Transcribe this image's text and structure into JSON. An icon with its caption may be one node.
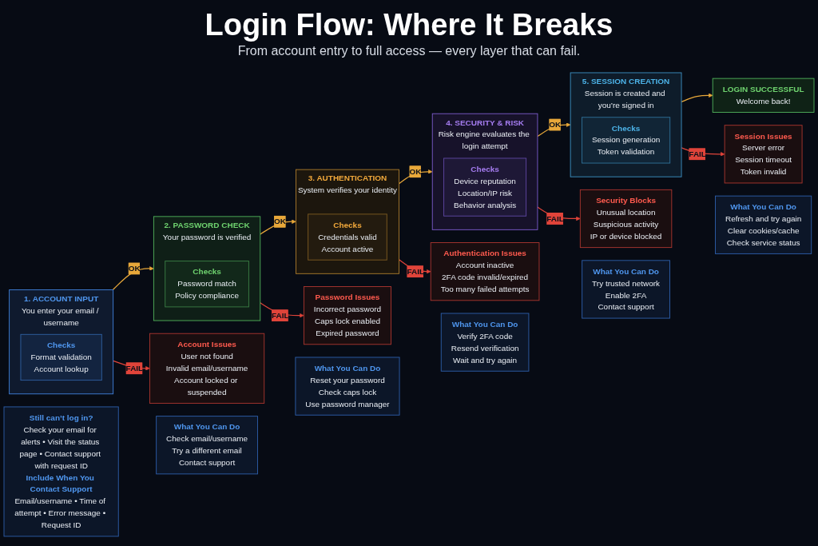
{
  "diagram": {
    "title": "Login Flow: Where It Breaks",
    "nodes": [
      {
        "text": [
          "1. ACCOUNT INPUT",
          "You enter your email / username"
        ]
      },
      {
        "text": [
          "Checks",
          "Format validation",
          "Account lookup"
        ],
        "in": 0
      },
      {
        "text": [
          "2. PASSWORD CHECK",
          "Your password is verified"
        ]
      },
      {
        "text": [
          "Checks",
          "Password match",
          "Policy compliance"
        ],
        "in": 2
      },
      {
        "text": [
          "3. AUTHENTICATION",
          "System verifies your identity"
        ]
      },
      {
        "text": [
          "Checks",
          "Credentials valid",
          "Account active"
        ],
        "in": 4
      },
      {
        "text": [
          "4. SECURITY & RISK",
          "Risk engine evaluates the login attempt"
        ]
      },
      {
        "text": [
          "Checks",
          "Device reputation",
          "Location/IP risk",
          "Behavior analysis"
        ],
        "in": 6
      },
      {
        "text": [
          "5. SESSION CREATION",
          "Session is created and you’re signed in"
        ]
      },
      {
        "text": [
          "Checks",
          "Session generation",
          "Token validation"
        ],
        "in": 8
      },
      {
        "text": [
          "LOGIN SUCCESSFUL",
          "Welcome back!"
        ]
      },
      {
        "text": [
          "Account Issues",
          "User not found",
          "Invalid email/username",
          "Account locked or suspended"
        ]
      },
      {
        "text": [
          "Password Issues",
          "Incorrect password",
          "Caps lock enabled",
          "Expired password"
        ]
      },
      {
        "text": [
          "Authentication Issues",
          "Account inactive",
          "2FA code invalid/expired",
          "Too many failed attempts"
        ]
      },
      {
        "text": [
          "Security Blocks",
          "Unusual location",
          "Suspicious activity",
          "IP or device blocked"
        ]
      },
      {
        "text": [
          "Session Issues",
          "Server error",
          "Session timeout",
          "Token invalid"
        ]
      },
      {
        "text": [
          "What You Can Do",
          "Check email/username",
          "Try a different email",
          "Contact support"
        ]
      },
      {
        "text": [
          "What You Can Do",
          "Reset your password",
          "Check caps lock",
          "Use password manager"
        ]
      },
      {
        "text": [
          "What You Can Do",
          "Verify 2FA code",
          "Resend verification",
          "Wait and try again"
        ]
      },
      {
        "text": [
          "What You Can Do",
          "Try trusted network",
          "Enable 2FA",
          "Contact support"
        ]
      },
      {
        "text": [
          "What You Can Do",
          "Refresh and try again",
          "Clear cookies/cache",
          "Check service status"
        ]
      },
      {
        "text": [
          "Still can’t log in?",
          "Check your email for alerts • Visit the status page • Contact support with request ID",
          "Include When You Contact Support",
          "Email/username • Time of attempt • Error message • Request ID"
        ]
      }
    ],
    "edges": [
      {
        "from": 0,
        "to": 2,
        "arrow": "to",
        "label": "OK",
        "color": "#e8a83a"
      },
      {
        "from": 2,
        "to": 4,
        "arrow": "to",
        "label": "OK",
        "color": "#e8a83a"
      },
      {
        "from": 4,
        "to": 6,
        "arrow": "to",
        "label": "OK",
        "color": "#e8a83a"
      },
      {
        "from": 6,
        "to": 8,
        "arrow": "to",
        "label": "OK",
        "color": "#e8a83a"
      },
      {
        "from": 8,
        "to": 10,
        "arrow": "to",
        "color": "#e8a83a"
      },
      {
        "from": 0,
        "to": 11,
        "arrow": "to",
        "label": "FAIL",
        "color": "#e0443a"
      },
      {
        "from": 2,
        "to": 12,
        "arrow": "to",
        "label": "FAIL",
        "color": "#e0443a"
      },
      {
        "from": 4,
        "to": 13,
        "arrow": "to",
        "label": "FAIL",
        "color": "#e0443a"
      },
      {
        "from": 6,
        "to": 14,
        "arrow": "to",
        "label": "FAIL",
        "color": "#e0443a"
      },
      {
        "from": 8,
        "to": 15,
        "arrow": "to",
        "label": "FAIL",
        "color": "#e0443a"
      }
    ],
    "labels": [
      "From account entry to full access — every layer that can fail."
    ]
  }
}
